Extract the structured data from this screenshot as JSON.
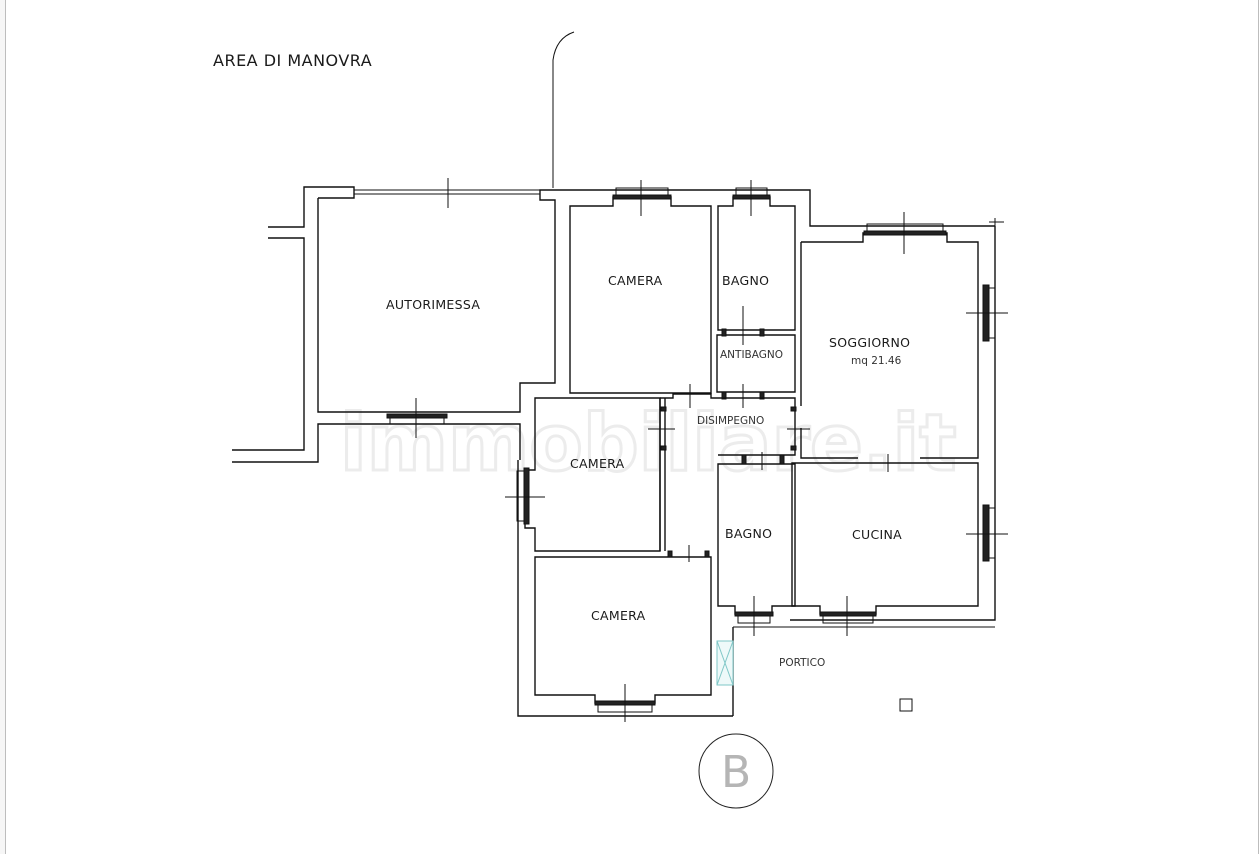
{
  "plan": {
    "area_label": "AREA DI MANOVRA",
    "watermark": "immobiliare.it",
    "block_letter": "B",
    "rooms": [
      {
        "id": "autorimessa",
        "label": "AUTORIMESSA"
      },
      {
        "id": "camera-1",
        "label": "CAMERA"
      },
      {
        "id": "bagno-1",
        "label": "BAGNO"
      },
      {
        "id": "antibagno",
        "label": "ANTIBAGNO"
      },
      {
        "id": "soggiorno",
        "label": "SOGGIORNO",
        "area": "mq 21.46"
      },
      {
        "id": "disimpegno",
        "label": "DISIMPEGNO"
      },
      {
        "id": "camera-2",
        "label": "CAMERA"
      },
      {
        "id": "bagno-2",
        "label": "BAGNO"
      },
      {
        "id": "cucina",
        "label": "CUCINA"
      },
      {
        "id": "camera-3",
        "label": "CAMERA"
      },
      {
        "id": "portico",
        "label": "PORTICO"
      }
    ],
    "colors": {
      "wall": "#111111",
      "skylight": "#7fc7c7",
      "badge": "#b5b5b5"
    }
  }
}
